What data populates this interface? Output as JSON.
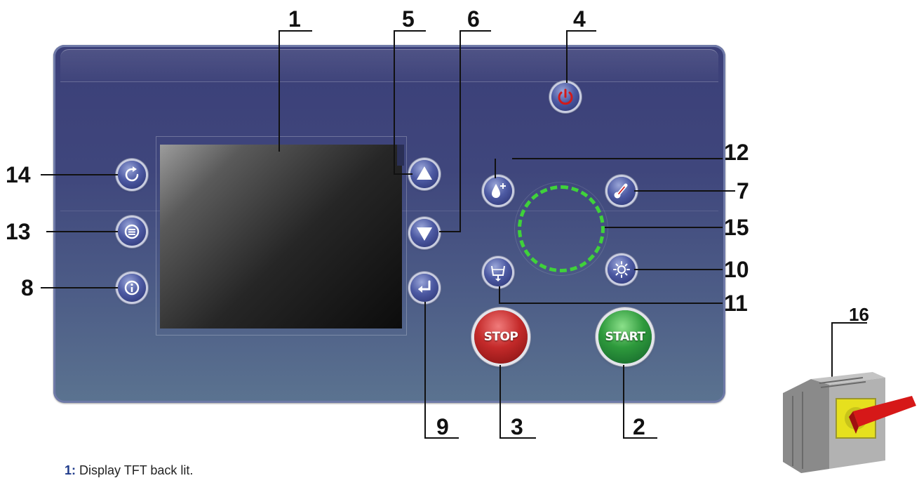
{
  "labels": {
    "l1": "1",
    "l2": "2",
    "l3": "3",
    "l4": "4",
    "l5": "5",
    "l6": "6",
    "l7": "7",
    "l8": "8",
    "l9": "9",
    "l10": "10",
    "l11": "11",
    "l12": "12",
    "l13": "13",
    "l14": "14",
    "l15": "15",
    "l16": "16"
  },
  "buttons": {
    "stop_label": "STOP",
    "start_label": "START"
  },
  "caption": {
    "number": "1:",
    "text": " Display TFT back lit."
  },
  "colors": {
    "panel": "#3f467c",
    "stop": "#c42a2a",
    "start": "#2e9a3c",
    "ring": "#3fd23a",
    "power_icon": "#d21a1a"
  },
  "icons": {
    "power": "power-icon",
    "up": "arrow-up-icon",
    "down": "arrow-down-icon",
    "enter": "enter-icon",
    "reset": "reset-icon",
    "menu": "menu-icon",
    "info": "info-icon",
    "drop": "drop-plus-icon",
    "temp": "thermometer-icon",
    "light": "sun-icon",
    "drain": "drain-icon"
  }
}
